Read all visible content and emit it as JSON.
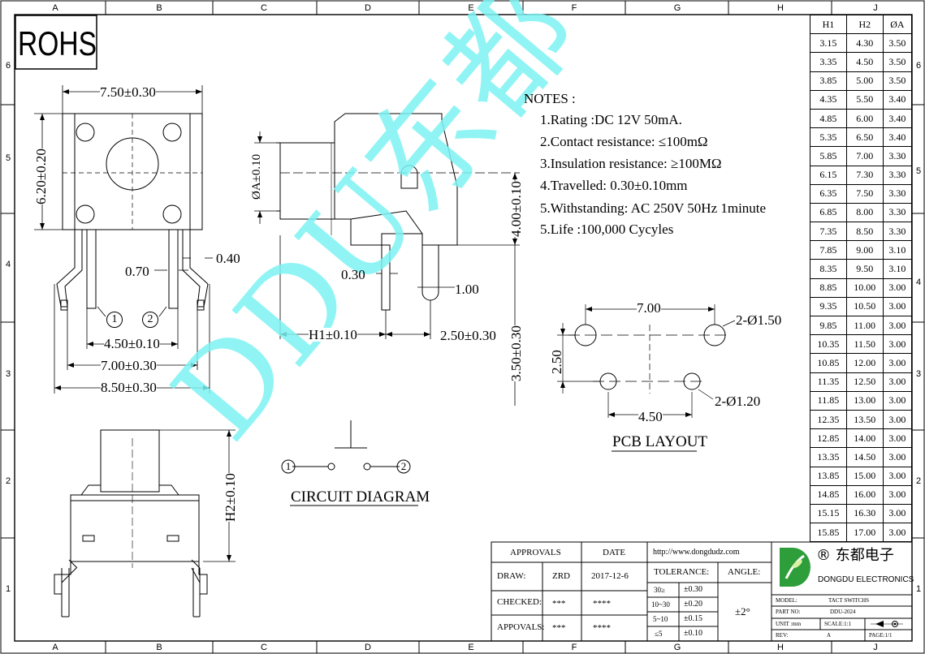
{
  "zones": {
    "columns": [
      "A",
      "B",
      "C",
      "D",
      "E",
      "F",
      "G",
      "H",
      "J"
    ],
    "rows": [
      "6",
      "5",
      "4",
      "3",
      "2",
      "1"
    ]
  },
  "badge": "ROHS",
  "front_view": {
    "width_dim": "7.50±0.30",
    "height_dim": "6.20±0.20",
    "pin_width": "0.70",
    "pin_thk": "0.40",
    "pin1": "1",
    "pin2": "2",
    "pitch_inner": "4.50±0.10",
    "pitch_mid": "7.00±0.30",
    "pitch_outer": "8.50±0.30"
  },
  "side_view": {
    "dia_dim": "ØA±0.10",
    "height_dim": "4.00±0.10",
    "pin_dim": "0.30",
    "step_dim": "1.00",
    "h1_dim": "H1±0.10",
    "offset_dim": "2.50±0.30",
    "lead_dim": "3.50±0.30"
  },
  "bottom_view": {
    "h2_dim": "H2±0.10"
  },
  "watermark": "DDU东都",
  "notes": {
    "title": "NOTES :",
    "items": [
      "1.Rating :DC 12V 50mA.",
      "2.Contact resistance: ≤100mΩ",
      "3.Insulation resistance: ≥100MΩ",
      "4.Travelled: 0.30±0.10mm",
      "5.Withstanding: AC 250V 50Hz 1minute",
      "5.Life :100,000 Cycyles"
    ]
  },
  "pcb_layout": {
    "title": "PCB LAYOUT",
    "dim_top": "7.00",
    "dim_side": "2.50",
    "dim_bottom": "4.50",
    "hole_large": "2-Ø1.50",
    "hole_small": "2-Ø1.20"
  },
  "circuit": {
    "title": "CIRCUIT DIAGRAM",
    "pin1": "1",
    "pin2": "2"
  },
  "dimension_table": {
    "headers": [
      "H1",
      "H2",
      "ØA"
    ],
    "rows": [
      [
        "3.15",
        "4.30",
        "3.50"
      ],
      [
        "3.35",
        "4.50",
        "3.50"
      ],
      [
        "3.85",
        "5.00",
        "3.50"
      ],
      [
        "4.35",
        "5.50",
        "3.40"
      ],
      [
        "4.85",
        "6.00",
        "3.40"
      ],
      [
        "5.35",
        "6.50",
        "3.40"
      ],
      [
        "5.85",
        "7.00",
        "3.30"
      ],
      [
        "6.15",
        "7.30",
        "3.30"
      ],
      [
        "6.35",
        "7.50",
        "3.30"
      ],
      [
        "6.85",
        "8.00",
        "3.30"
      ],
      [
        "7.35",
        "8.50",
        "3.30"
      ],
      [
        "7.85",
        "9.00",
        "3.10"
      ],
      [
        "8.35",
        "9.50",
        "3.10"
      ],
      [
        "8.85",
        "10.00",
        "3.00"
      ],
      [
        "9.35",
        "10.50",
        "3.00"
      ],
      [
        "9.85",
        "11.00",
        "3.00"
      ],
      [
        "10.35",
        "11.50",
        "3.00"
      ],
      [
        "10.85",
        "12.00",
        "3.00"
      ],
      [
        "11.35",
        "12.50",
        "3.00"
      ],
      [
        "11.85",
        "13.00",
        "3.00"
      ],
      [
        "12.35",
        "13.50",
        "3.00"
      ],
      [
        "12.85",
        "14.00",
        "3.00"
      ],
      [
        "13.35",
        "14.50",
        "3.00"
      ],
      [
        "13.85",
        "15.00",
        "3.00"
      ],
      [
        "14.85",
        "16.00",
        "3.00"
      ],
      [
        "15.15",
        "16.30",
        "3.00"
      ],
      [
        "15.85",
        "17.00",
        "3.00"
      ]
    ]
  },
  "title_block": {
    "approvals_label": "APPROVALS",
    "date_label": "DATE",
    "url": "http://www.dongdudz.com",
    "tolerance_label": "TOLERANCE:",
    "angle_label": "ANGLE:",
    "draw_label": "DRAW:",
    "draw_name": "ZRD",
    "draw_date": "2017-12-6",
    "checked_label": "CHECKED:",
    "checked_name": "***",
    "checked_date": "****",
    "appovals_label": "APPOVALS:",
    "appovals_name": "***",
    "appovals_date": "****",
    "tol_rows": [
      [
        "30≥",
        "±0.30"
      ],
      [
        "10~30",
        "±0.20"
      ],
      [
        "5~10",
        "±0.15"
      ],
      [
        "≤5",
        "±0.10"
      ]
    ],
    "angle_value": "±2°",
    "company_cn": "® 东都电子",
    "company_en": "DONGDU ELECTRONICS",
    "model_label": "MODEL:",
    "model_value": "TACT SWITCHS",
    "part_label": "PART NO:",
    "part_value": "DDU-2024",
    "unit_label": "UNIT :mm",
    "scale_label": "SCALE:1:1",
    "rev_label": "REV:",
    "rev_value": "A",
    "page_label": "PAGE:1/1"
  }
}
